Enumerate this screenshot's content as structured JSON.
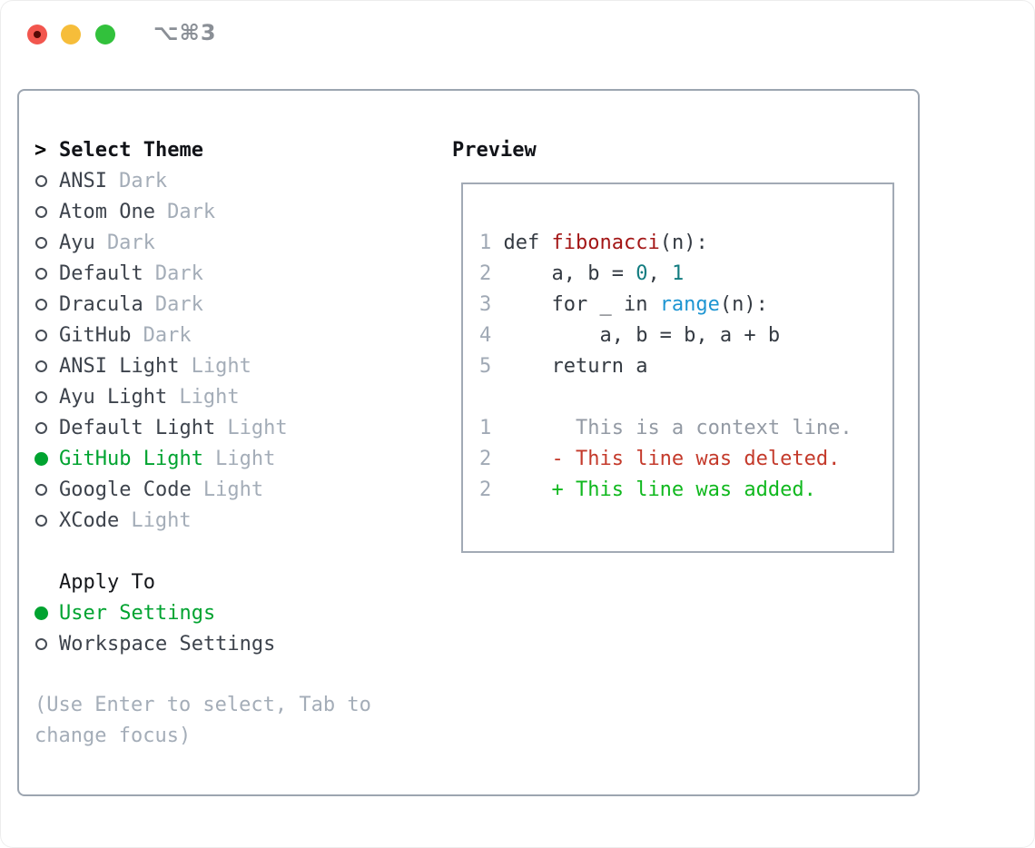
{
  "titlebar": {
    "shortcut": "⌥⌘3"
  },
  "select_theme": {
    "prefix": ">",
    "heading": "Select Theme",
    "items": [
      {
        "name": "ANSI",
        "variant": "Dark",
        "selected": false
      },
      {
        "name": "Atom One",
        "variant": "Dark",
        "selected": false
      },
      {
        "name": "Ayu",
        "variant": "Dark",
        "selected": false
      },
      {
        "name": "Default",
        "variant": "Dark",
        "selected": false
      },
      {
        "name": "Dracula",
        "variant": "Dark",
        "selected": false
      },
      {
        "name": "GitHub",
        "variant": "Dark",
        "selected": false
      },
      {
        "name": "ANSI Light",
        "variant": "Light",
        "selected": false
      },
      {
        "name": "Ayu Light",
        "variant": "Light",
        "selected": false
      },
      {
        "name": "Default Light",
        "variant": "Light",
        "selected": false
      },
      {
        "name": "GitHub Light",
        "variant": "Light",
        "selected": true
      },
      {
        "name": "Google Code",
        "variant": "Light",
        "selected": false
      },
      {
        "name": "XCode",
        "variant": "Light",
        "selected": false
      }
    ]
  },
  "apply_to": {
    "heading": "Apply To",
    "options": [
      {
        "label": "User Settings",
        "selected": true
      },
      {
        "label": "Workspace Settings",
        "selected": false
      }
    ]
  },
  "hint": "(Use Enter to select, Tab to change focus)",
  "preview": {
    "heading": "Preview",
    "lines": [
      {
        "num": "1",
        "tokens": [
          {
            "t": "def ",
            "c": "plain"
          },
          {
            "t": "fibonacci",
            "c": "func"
          },
          {
            "t": "(n):",
            "c": "plain"
          }
        ]
      },
      {
        "num": "2",
        "tokens": [
          {
            "t": "    a, b = ",
            "c": "plain"
          },
          {
            "t": "0",
            "c": "number"
          },
          {
            "t": ", ",
            "c": "plain"
          },
          {
            "t": "1",
            "c": "number"
          }
        ]
      },
      {
        "num": "3",
        "tokens": [
          {
            "t": "    for _ in ",
            "c": "plain"
          },
          {
            "t": "range",
            "c": "builtin"
          },
          {
            "t": "(n):",
            "c": "plain"
          }
        ]
      },
      {
        "num": "4",
        "tokens": [
          {
            "t": "        a, b = b, a + b",
            "c": "plain"
          }
        ]
      },
      {
        "num": "5",
        "tokens": [
          {
            "t": "    return a",
            "c": "plain"
          }
        ]
      },
      {
        "num": "",
        "tokens": []
      },
      {
        "num": "1",
        "tokens": [
          {
            "t": "      This is a context line.",
            "c": "context"
          }
        ]
      },
      {
        "num": "2",
        "tokens": [
          {
            "t": "    - This line was deleted.",
            "c": "deleted"
          }
        ]
      },
      {
        "num": "2",
        "tokens": [
          {
            "t": "    + This line was added.",
            "c": "added"
          }
        ]
      }
    ]
  },
  "colors": {
    "selection_green": "#00a330",
    "added_green": "#10b81e",
    "deleted_red": "#c43a2b",
    "function_red": "#a31616",
    "number_teal": "#127c80",
    "builtin_blue": "#1d95d2",
    "text_dark": "#343a42",
    "muted_gray": "#a4adb8",
    "border_gray": "#9ca5b0",
    "shortcut_gray": "#8a8f96",
    "traffic_red": "#f2564e",
    "traffic_red_dot": "#550a06",
    "traffic_yellow": "#f6bd3a",
    "traffic_green": "#32c13c"
  }
}
